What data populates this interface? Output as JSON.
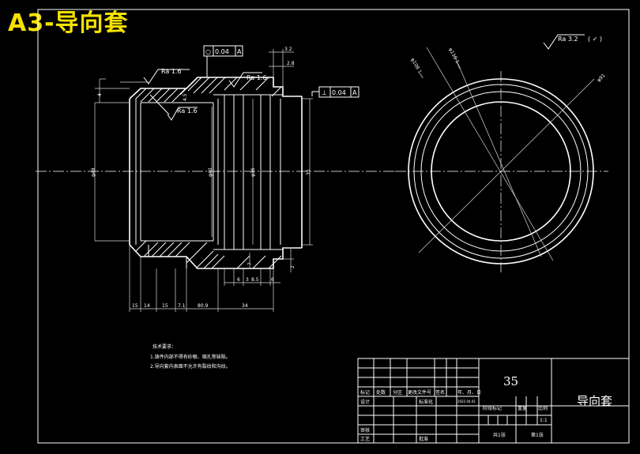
{
  "title": "A3-导向套",
  "roughness": {
    "top_right": "Ra 3.2",
    "left_a": "Ra 1.6",
    "left_b": "Ra 1.6",
    "mid": "Ra 1.6"
  },
  "tolerances": {
    "round": {
      "symbol": "○",
      "value": "0.04",
      "datum": "A"
    },
    "perp": {
      "symbol": "⊥",
      "value": "0.04",
      "datum": "A"
    }
  },
  "dims": {
    "top_a": "3.2",
    "top_b": "2.8",
    "bottom": [
      "15",
      "14",
      "15",
      "7.1",
      "80.9",
      "34"
    ],
    "lower": [
      "6",
      "3",
      "8.5",
      "6"
    ],
    "bore_a": "φ48",
    "bore_b": "φ40",
    "bore_c": "φ36",
    "bore_d": "35",
    "side_small": "7",
    "side_right": "2",
    "left_top": "4.5",
    "left_mid": "4"
  },
  "circle_labels": [
    "φ108 1ₘₘ",
    "φ110 1ₘₘ",
    "φ91"
  ],
  "notes": {
    "heading": "技术要求：",
    "items": [
      "1.铸件内部不得有砂眼、缩孔等缺陷。",
      "2.导向套内表面不允许有裂纹和沟纹。"
    ]
  },
  "titleblock": {
    "material": "35",
    "part_name": "导向套",
    "row_labels": [
      "标记",
      "处数",
      "分区",
      "更改文件号",
      "签名",
      "年、月、日"
    ],
    "design": "设计",
    "std": "标准化",
    "review": "审核",
    "process": "工艺",
    "approve": "批准",
    "stage": "阶段标记",
    "weight": "重量",
    "scale": "比例",
    "scale_value": "1:1",
    "sheet": "共1张",
    "sheet_no": "第1张",
    "date": "2022.04.01"
  }
}
